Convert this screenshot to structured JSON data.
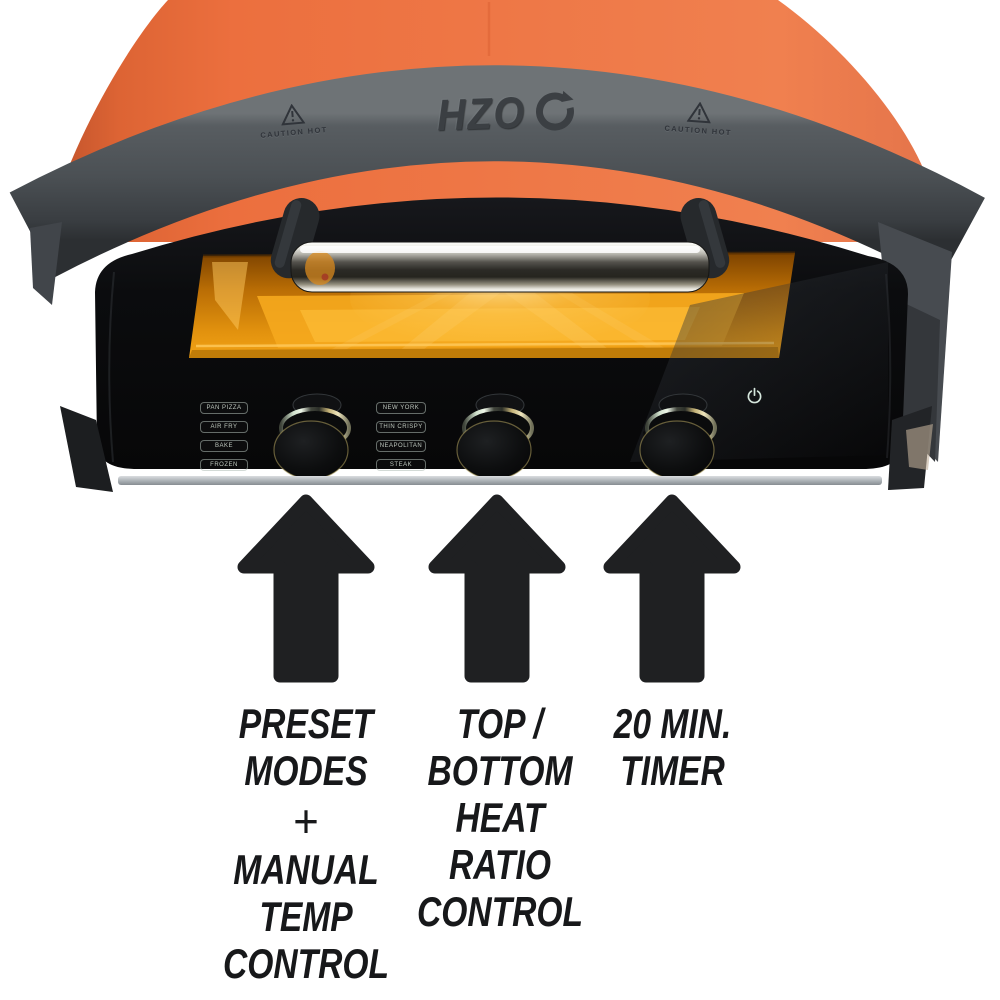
{
  "page": {
    "background": "#ffffff"
  },
  "oven": {
    "brand_logo": "HZO",
    "caution_left": "CAUTION HOT",
    "caution_right": "CAUTION HOT",
    "preset_modes_left": [
      "PAN PIZZA",
      "AIR FRY",
      "BAKE",
      "FROZEN"
    ],
    "preset_modes_middle": [
      "NEW YORK",
      "THIN CRISPY",
      "NEAPOLITAN",
      "STEAK"
    ],
    "knobs": [
      "preset-mode-knob",
      "heat-ratio-knob",
      "timer-knob"
    ],
    "power_icon": "power-symbol",
    "colors": {
      "body_orange": "#ED7443",
      "bezel_gray": "#4E5357",
      "panel_black": "#0B0C0E",
      "window_glow": "#F09C12",
      "chrome_handle": "#E8E6DF",
      "arrow_black": "#1F2022"
    }
  },
  "annotations": {
    "preset": {
      "group1": "PRESET\nMODES",
      "plus": "+",
      "group2": "MANUAL TEMP\nCONTROL"
    },
    "heat": {
      "text": "TOP /\nBOTTOM\nHEAT\nRATIO\nCONTROL"
    },
    "timer": {
      "text": "20 MIN.\nTIMER"
    }
  }
}
